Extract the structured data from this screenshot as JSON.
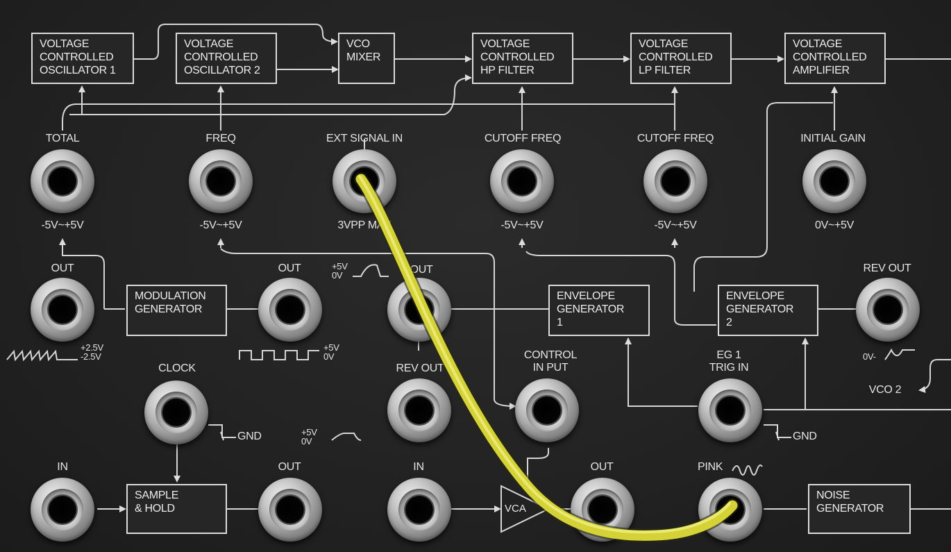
{
  "blocks": {
    "vco1": "VOLTAGE\nCONTROLLED\nOSCILLATOR 1",
    "vco2": "VOLTAGE\nCONTROLLED\nOSCILLATOR 2",
    "vco_mixer": "VCO\nMIXER",
    "vc_hp_filter": "VOLTAGE\nCONTROLLED\nHP FILTER",
    "vc_lp_filter": "VOLTAGE\nCONTROLLED\nLP FILTER",
    "vc_amplifier": "VOLTAGE\nCONTROLLED\nAMPLIFIER",
    "modulation_generator": "MODULATION\nGENERATOR",
    "envelope_generator_1": "ENVELOPE\nGENERATOR\n1",
    "envelope_generator_2": "ENVELOPE\nGENERATOR\n2",
    "sample_hold": "SAMPLE\n& HOLD",
    "noise_generator": "NOISE\nGENERATOR",
    "vca": "VCA"
  },
  "labels": {
    "total": "TOTAL",
    "freq": "FREQ",
    "ext_signal_in": "EXT SIGNAL IN",
    "cutoff_freq_hp": "CUTOFF FREQ",
    "cutoff_freq_lp": "CUTOFF FREQ",
    "initial_gain": "INITIAL GAIN",
    "range_total": "-5V~+5V",
    "range_freq": "-5V~+5V",
    "range_ext": "3VPP MAX",
    "range_hp": "-5V~+5V",
    "range_lp": "-5V~+5V",
    "range_gain": "0V~+5V",
    "mg_out_tri": "OUT",
    "mg_out_square": "OUT",
    "tri_range": "+2.5V\n-2.5V",
    "square_range": "+5V\n0V",
    "eg1_out": "OUT",
    "eg1_levels": "+5V\n0V",
    "eg1_rev_out": "REV OUT",
    "control_input": "CONTROL\nIN PUT",
    "eg2_rev_out": "REV OUT",
    "eg2_rev_level": "0V-",
    "eg1_trig_in": "EG 1\nTRIG IN",
    "vco2_arrow": "VCO 2",
    "clock": "CLOCK",
    "clock_gnd": "GND",
    "trig_gnd": "GND",
    "sh_in": "IN",
    "sh_out": "OUT",
    "sh_levels": "+5V\n0V",
    "vca_in": "IN",
    "vca_out": "OUT",
    "pink": "PINK"
  },
  "colors": {
    "panel": "#222222",
    "line": "#dcdcdc",
    "patch_cable": "#d8d832"
  }
}
